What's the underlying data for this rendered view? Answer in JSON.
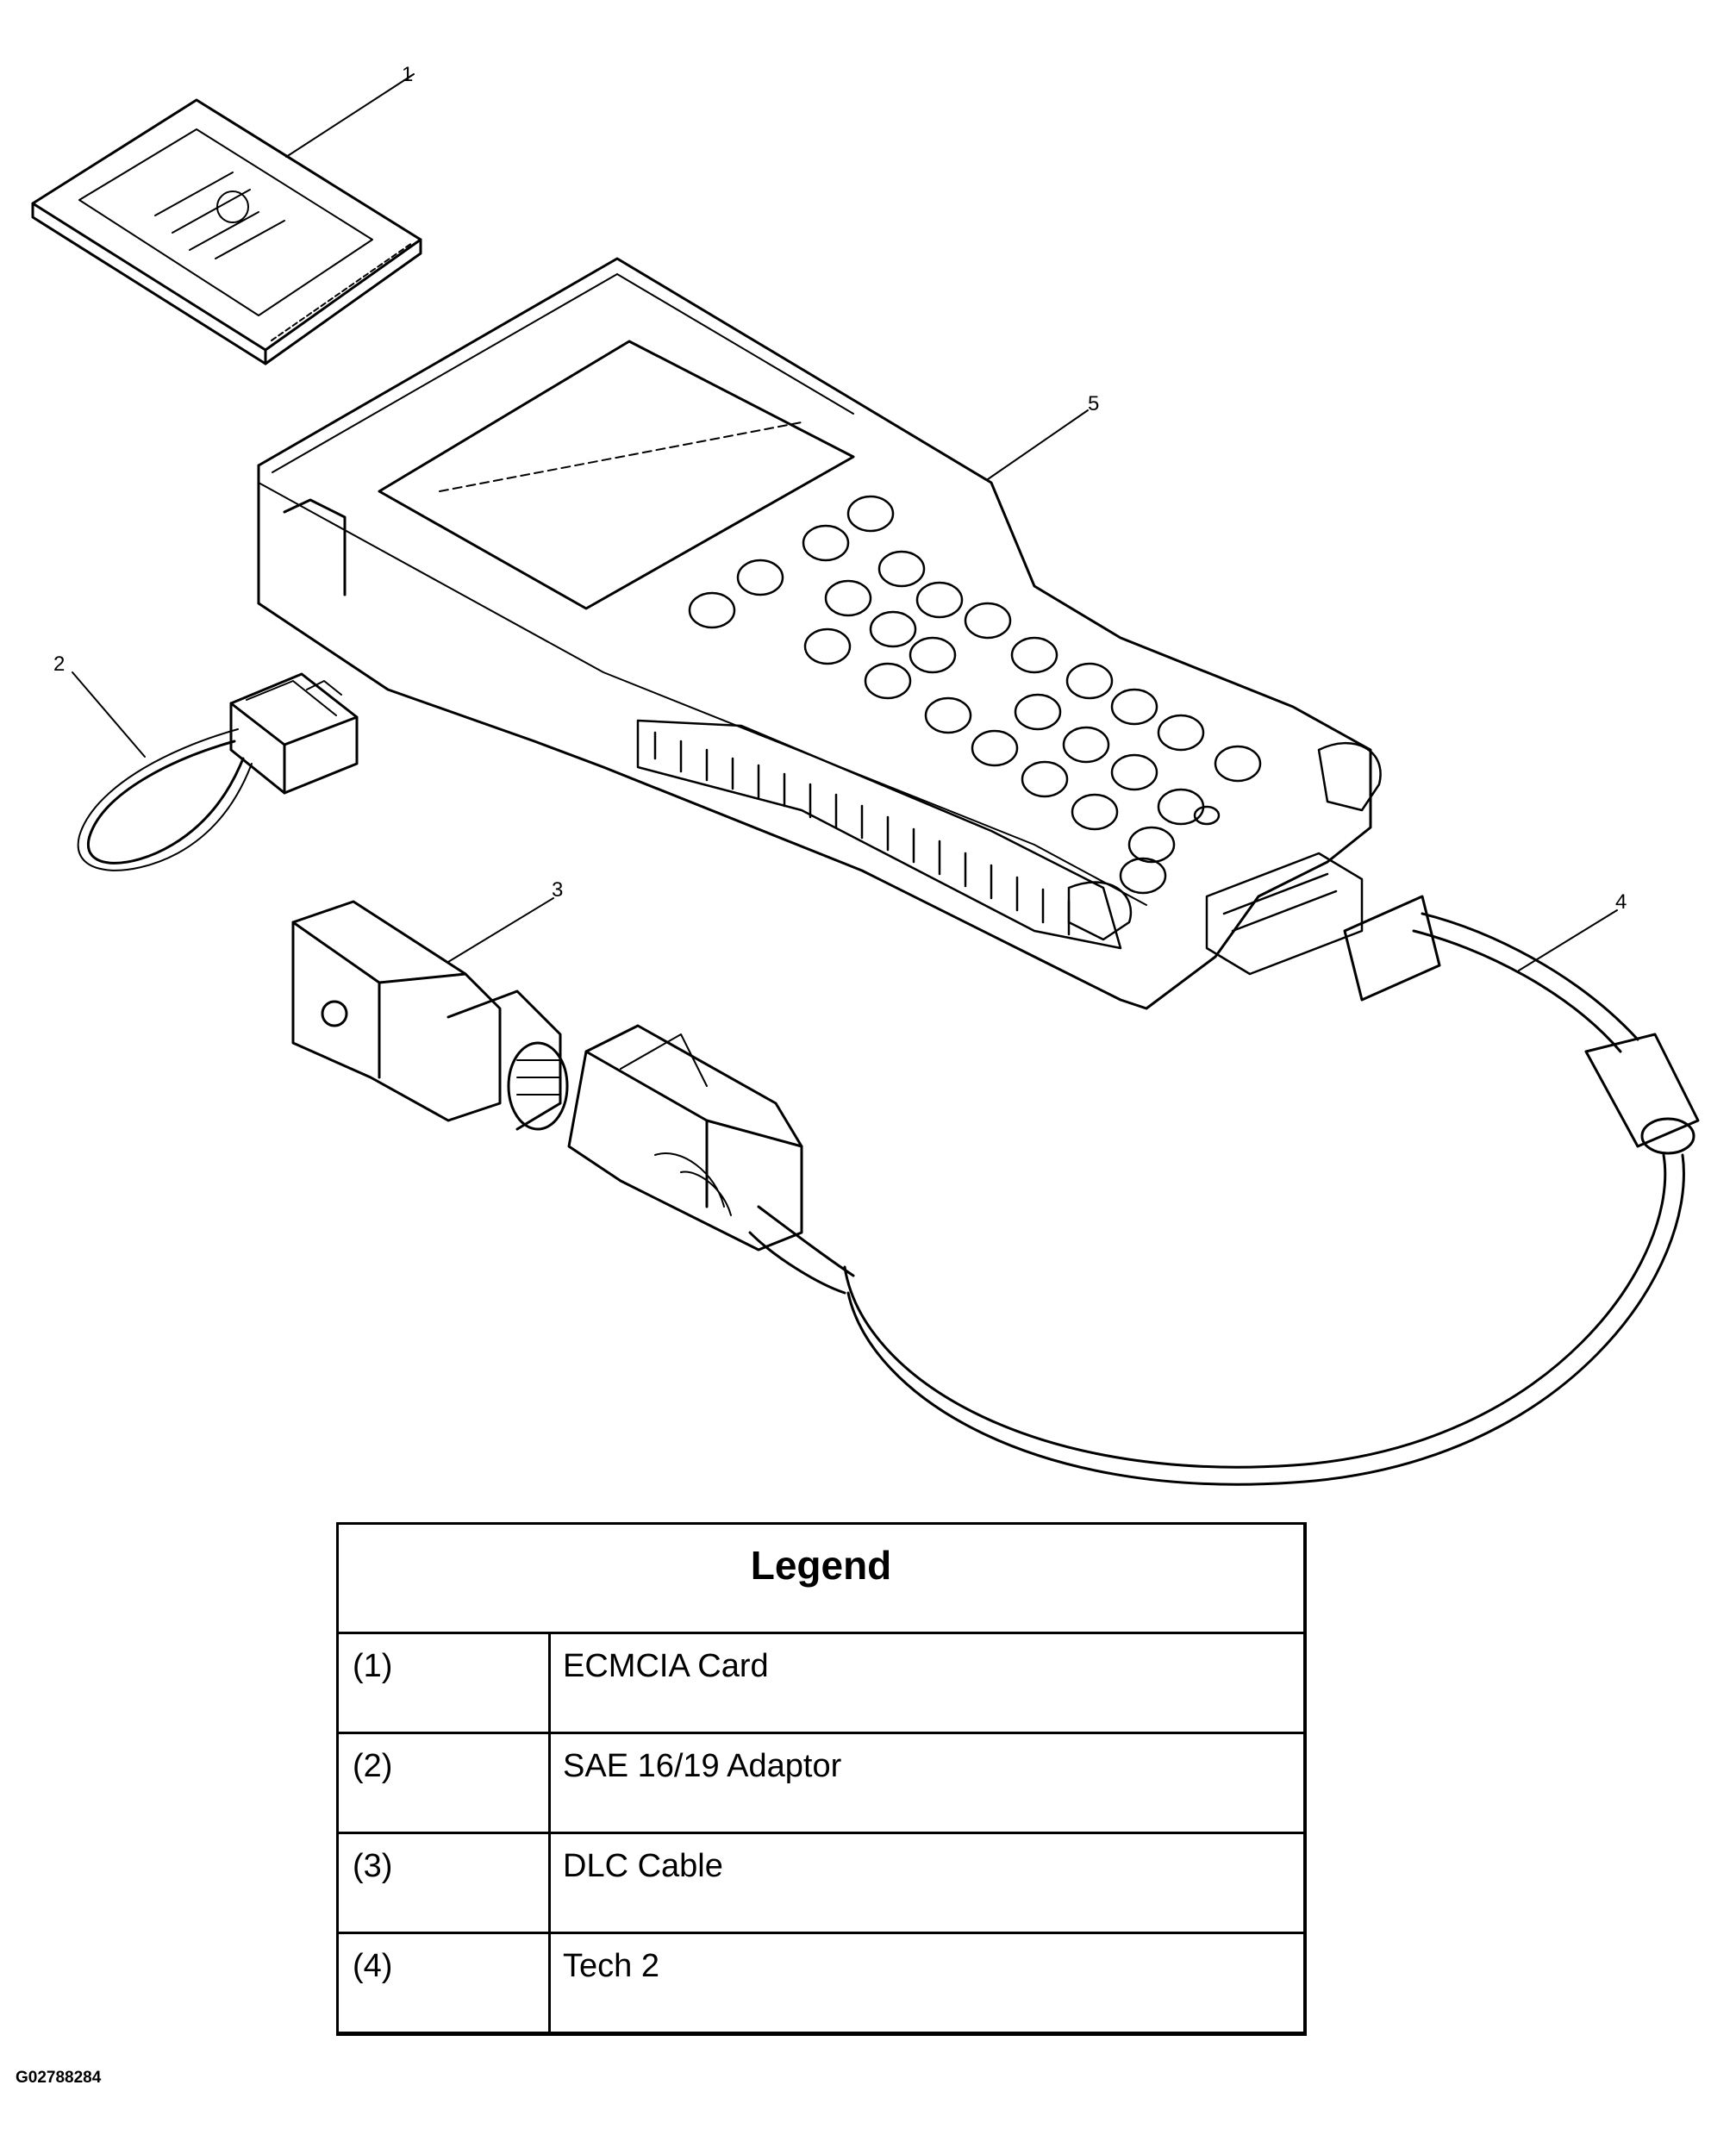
{
  "callouts": [
    "1",
    "2",
    "3",
    "4",
    "5"
  ],
  "legend": {
    "title": "Legend",
    "items": [
      {
        "num": "(1)",
        "desc": "ECMCIA Card"
      },
      {
        "num": "(2)",
        "desc": "SAE 16/19 Adaptor"
      },
      {
        "num": "(3)",
        "desc": "DLC Cable"
      },
      {
        "num": "(4)",
        "desc": "Tech 2"
      }
    ]
  },
  "figure_id": "G02788284"
}
